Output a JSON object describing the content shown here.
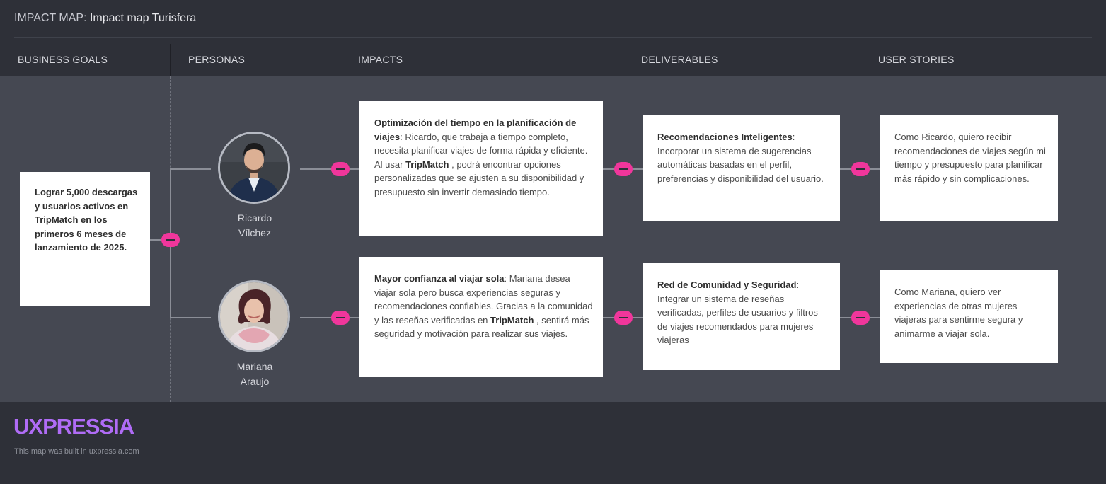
{
  "header": {
    "label": "IMPACT MAP:",
    "title": "Impact map Turisfera"
  },
  "columns": [
    "BUSINESS GOALS",
    "PERSONAS",
    "IMPACTS",
    "DELIVERABLES",
    "USER STORIES"
  ],
  "goal": "Lograr 5,000 descargas y usuarios activos en TripMatch en los primeros 6 meses de lanzamiento de 2025.",
  "personas": [
    {
      "first": "Ricardo",
      "last": "Vílchez"
    },
    {
      "first": "Mariana",
      "last": "Araujo"
    }
  ],
  "impacts": [
    {
      "title": "Optimización del tiempo en la planificación de viajes",
      "t1": ": Ricardo, que trabaja a tiempo completo, necesita planificar viajes de forma rápida y eficiente. Al usar ",
      "brand": "TripMatch",
      "t2": " , podrá encontrar opciones personalizadas que se ajusten a su disponibilidad y presupuesto sin invertir demasiado tiempo."
    },
    {
      "title": "Mayor confianza al viajar sola",
      "t1": ": Mariana desea viajar sola pero busca experiencias seguras y recomendaciones confiables. Gracias a la comunidad y las reseñas verificadas en ",
      "brand": "TripMatch",
      "t2": " , sentirá más seguridad y motivación para realizar sus viajes."
    }
  ],
  "deliverables": [
    {
      "title": "Recomendaciones Inteligentes",
      "text": ": Incorporar un sistema de sugerencias automáticas basadas en el perfil, preferencias y disponibilidad del usuario."
    },
    {
      "title": "Red de Comunidad y Seguridad",
      "text": ": Integrar un sistema de reseñas verificadas, perfiles de usuarios y filtros de viajes recomendados para mujeres viajeras"
    }
  ],
  "stories": [
    "Como Ricardo, quiero recibir recomendaciones de viajes según mi tiempo y presupuesto para planificar más rápido y sin complicaciones.",
    "Como Mariana, quiero ver experiencias de otras mujeres viajeras para sentirme segura y animarme a viajar sola."
  ],
  "footer": {
    "logo": "UXPRESSIA",
    "built": "This map was built in uxpressia.com"
  },
  "colors": {
    "accent": "#f0369b",
    "logo": "#b06cf6",
    "board": "#454852",
    "bar": "#2e3038"
  }
}
